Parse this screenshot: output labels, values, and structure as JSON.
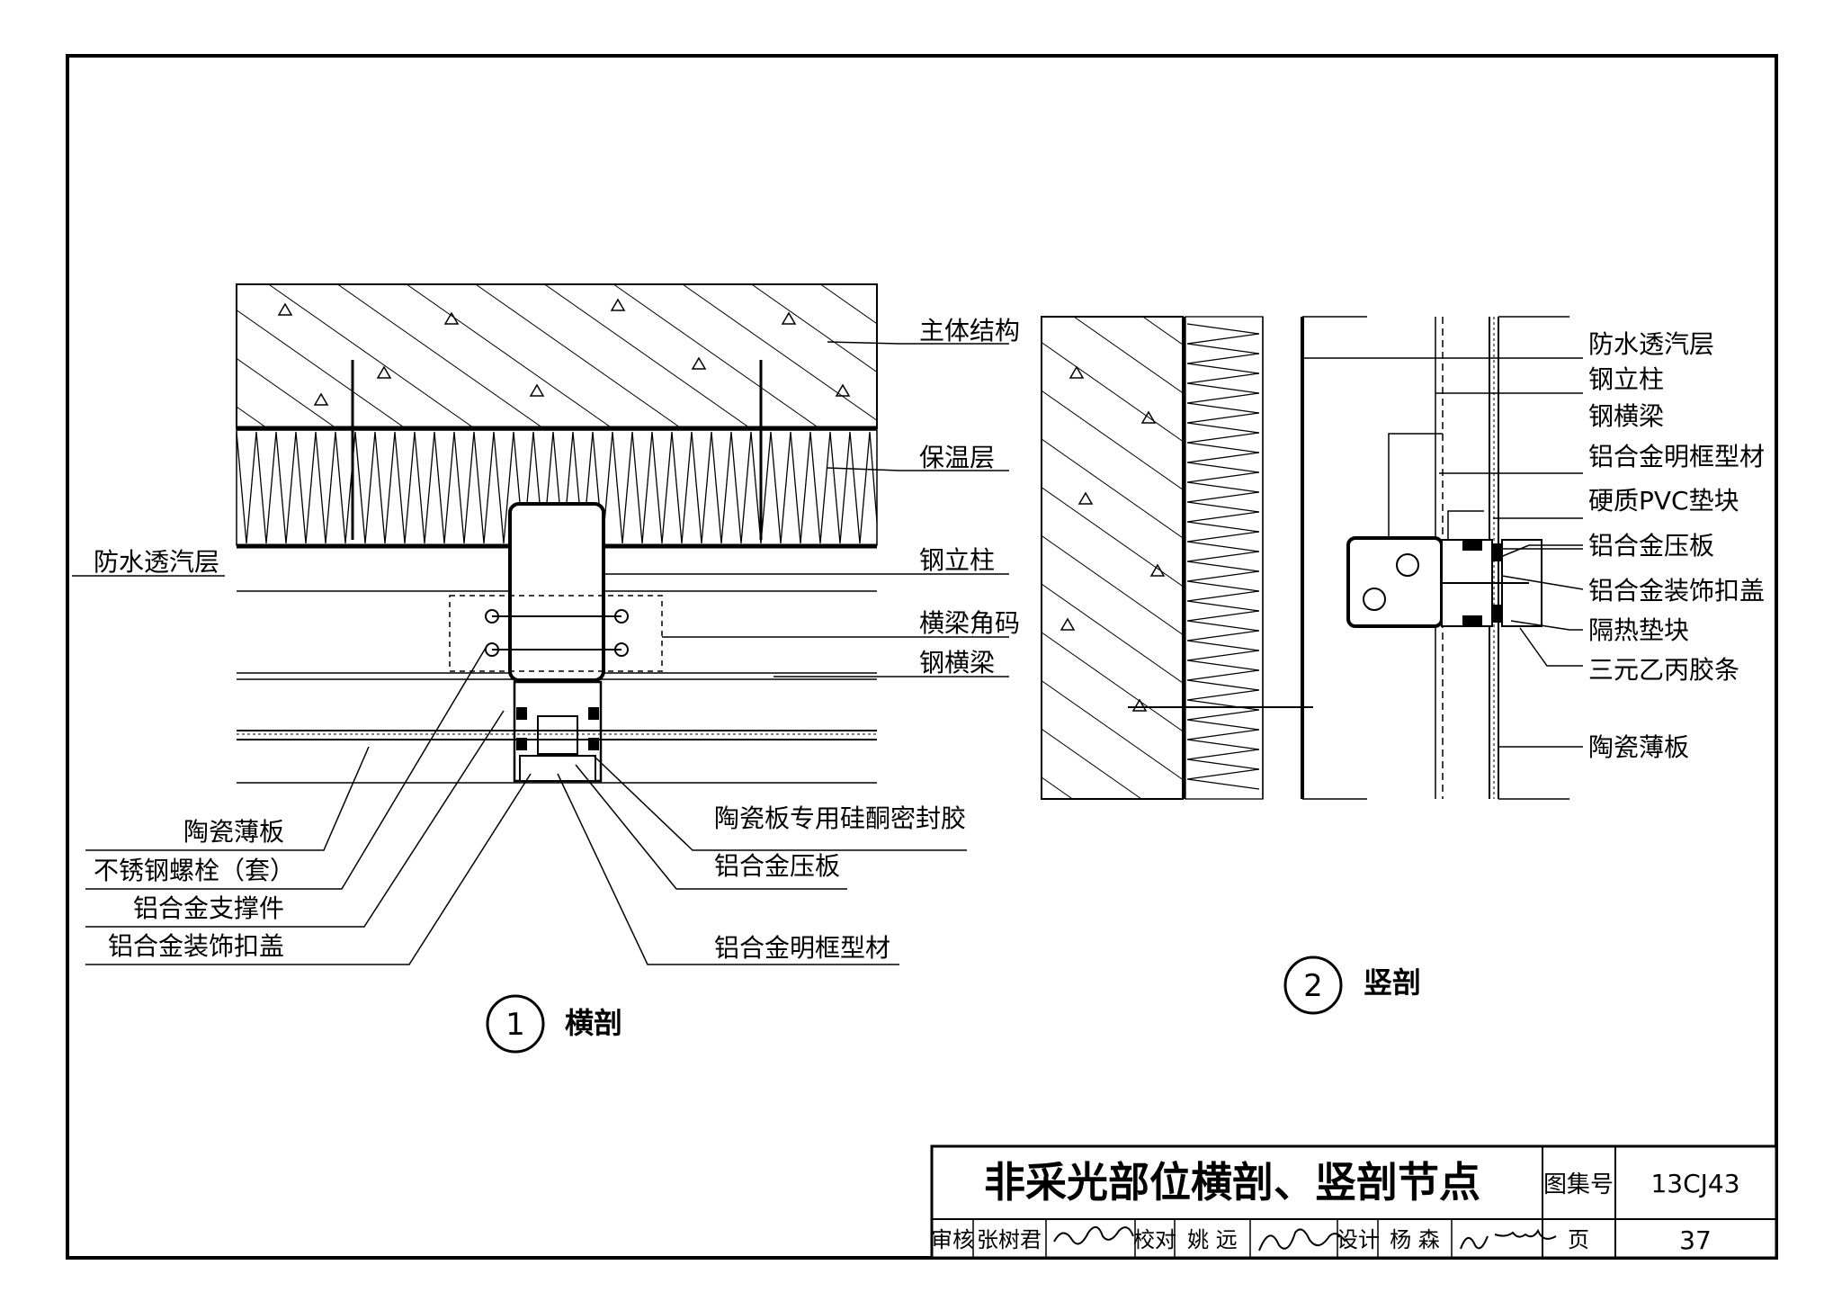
{
  "left_view": {
    "number": "1",
    "title": "横剖",
    "labels": {
      "main_structure": "主体结构",
      "insulation": "保温层",
      "waterproof_membrane": "防水透汽层",
      "steel_column": "钢立柱",
      "beam_corner_clip": "横梁角码",
      "steel_beam": "钢横梁",
      "ceramic_panel": "陶瓷薄板",
      "ss_bolt": "不锈钢螺栓（套）",
      "al_support": "铝合金支撑件",
      "al_cover": "铝合金装饰扣盖",
      "sealant": "陶瓷板专用硅酮密封胶",
      "al_pressure_plate": "铝合金压板",
      "al_frame_profile": "铝合金明框型材"
    }
  },
  "right_view": {
    "number": "2",
    "title": "竖剖",
    "labels": {
      "waterproof_membrane": "防水透汽层",
      "steel_column": "钢立柱",
      "steel_beam": "钢横梁",
      "al_frame_profile": "铝合金明框型材",
      "pvc_block": "硬质PVC垫块",
      "al_pressure_plate": "铝合金压板",
      "al_cover": "铝合金装饰扣盖",
      "thermal_pad": "隔热垫块",
      "epdm_strip": "三元乙丙胶条",
      "ceramic_panel": "陶瓷薄板"
    }
  },
  "title_block": {
    "drawing_title": "非采光部位横剖、竖剖节点",
    "atlas_label": "图集号",
    "atlas_no": "13CJ43",
    "review_label": "审核",
    "reviewer": "张树君",
    "check_label": "校对",
    "checker": "姚 远",
    "design_label": "设计",
    "designer": "杨 森",
    "page_label": "页",
    "page_no": "37"
  }
}
